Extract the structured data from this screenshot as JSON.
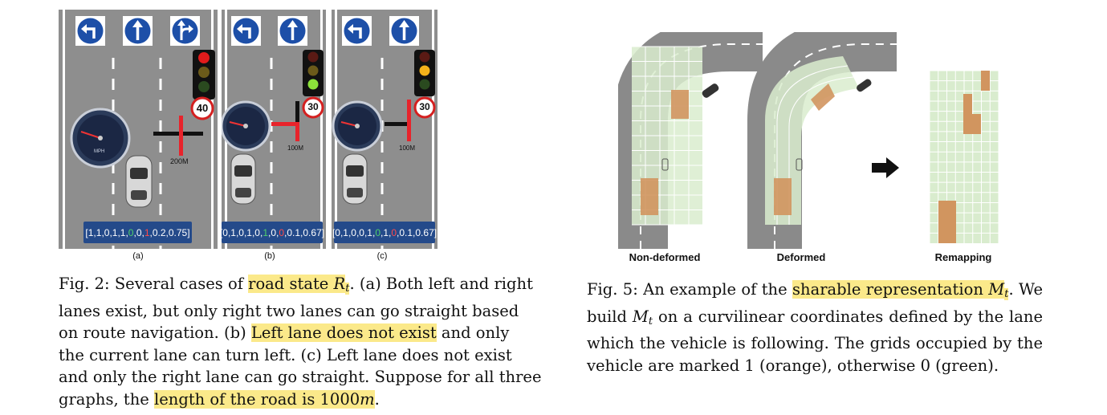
{
  "fig2": {
    "panels": [
      {
        "sub_label": "(a)",
        "distance": "200M",
        "speed_limit": "40",
        "state_prefix": "[1,1,0,1,1,",
        "state_green": "0",
        "state_mid": ",0,",
        "state_red": "1",
        "state_suffix": ",0.2,0.75]"
      },
      {
        "sub_label": "(b)",
        "distance": "100M",
        "speed_limit": "30",
        "state_prefix": "[0,1,0,1,0,",
        "state_green": "1",
        "state_mid": ",0,",
        "state_red": "0",
        "state_suffix": ",0.1,0.67]"
      },
      {
        "sub_label": "(c)",
        "distance": "100M",
        "speed_limit": "30",
        "state_prefix": "[0,1,0,0,1,",
        "state_green": "0",
        "state_mid": ",1,",
        "state_red": "0",
        "state_suffix": ",0.1,0.67]"
      }
    ],
    "speedometer_unit": "MPH",
    "caption_lines": [
      [
        "Fig. 2: Several cases of ",
        {
          "hl": "road state "
        },
        {
          "hl_it": "R"
        },
        {
          "hl_sub": "t"
        },
        ". (a) Both left and right"
      ],
      [
        "lanes exist, but only right two lanes can go straight based"
      ],
      [
        "on route navigation. (b) ",
        {
          "hl": "Left lane does not exist"
        },
        " and only"
      ],
      [
        "the current lane can turn left. (c) Left lane does not exist"
      ],
      [
        "and only the right lane can go straight. Suppose for all three"
      ],
      [
        "graphs, the ",
        {
          "hl": "length of the road is 1000"
        },
        {
          "hl_it": "m"
        },
        "."
      ]
    ],
    "colors": {
      "road": "#8e8e8e",
      "sign_blue": "#1d4fa8",
      "state_box": "#244a8a",
      "red_bar": "#e8232b"
    }
  },
  "fig5": {
    "labels": {
      "non_deformed": "Non-deformed",
      "deformed": "Deformed",
      "remapping": "Remapping"
    },
    "caption_lines": [
      [
        "Fig. 5: An example of the ",
        {
          "hl": "sharable representation "
        },
        {
          "hl_it": "M"
        },
        {
          "hl_sub": "t"
        },
        ". We"
      ],
      [
        "build ",
        {
          "it": "M"
        },
        {
          "sub": "t"
        },
        " on a curvilinear coordinates defined by the lane"
      ],
      [
        "which the vehicle is following. The grids occupied by the"
      ],
      [
        "vehicle are marked 1 (orange), otherwise 0 (green)."
      ]
    ],
    "colors": {
      "grid_green": "#d9ecce",
      "occupied": "#d1955f",
      "road": "#8a8a8a"
    }
  }
}
